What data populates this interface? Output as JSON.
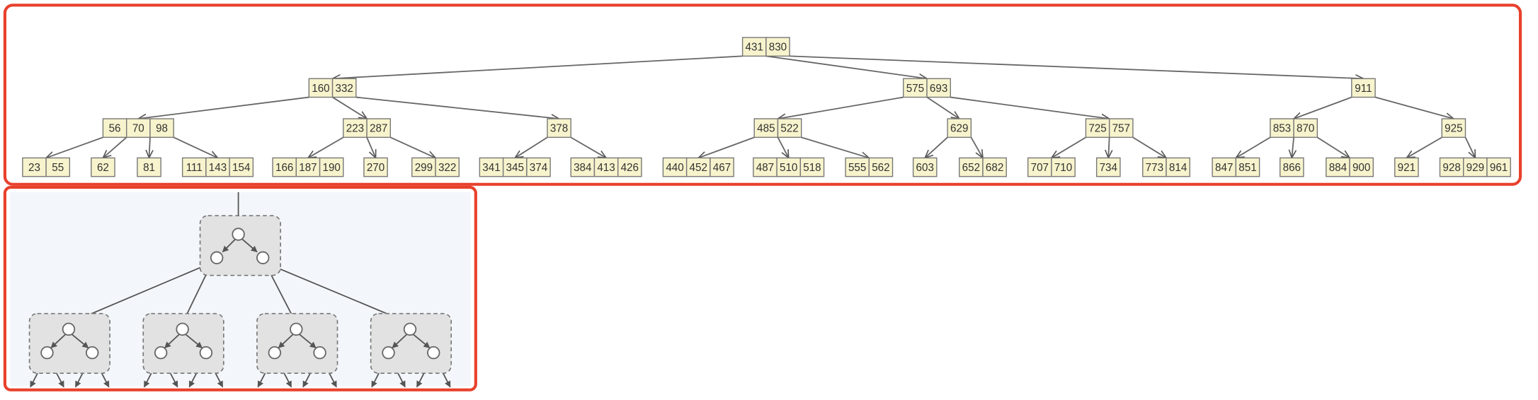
{
  "btree": {
    "root": {
      "keys": [
        "431",
        "830"
      ],
      "children": [
        {
          "keys": [
            "160",
            "332"
          ],
          "children": [
            {
              "keys": [
                "56",
                "70",
                "98"
              ],
              "children": [
                {
                  "keys": [
                    "23",
                    "55"
                  ]
                },
                {
                  "keys": [
                    "62"
                  ]
                },
                {
                  "keys": [
                    "81"
                  ]
                },
                {
                  "keys": [
                    "111",
                    "143",
                    "154"
                  ]
                }
              ]
            },
            {
              "keys": [
                "223",
                "287"
              ],
              "children": [
                {
                  "keys": [
                    "166",
                    "187",
                    "190"
                  ]
                },
                {
                  "keys": [
                    "270"
                  ]
                },
                {
                  "keys": [
                    "299",
                    "322"
                  ]
                }
              ]
            },
            {
              "keys": [
                "378"
              ],
              "children": [
                {
                  "keys": [
                    "341",
                    "345",
                    "374"
                  ]
                },
                {
                  "keys": [
                    "384",
                    "413",
                    "426"
                  ]
                }
              ]
            }
          ]
        },
        {
          "keys": [
            "575",
            "693"
          ],
          "children": [
            {
              "keys": [
                "485",
                "522"
              ],
              "children": [
                {
                  "keys": [
                    "440",
                    "452",
                    "467"
                  ]
                },
                {
                  "keys": [
                    "487",
                    "510",
                    "518"
                  ]
                },
                {
                  "keys": [
                    "555",
                    "562"
                  ]
                }
              ]
            },
            {
              "keys": [
                "629"
              ],
              "children": [
                {
                  "keys": [
                    "603"
                  ]
                },
                {
                  "keys": [
                    "652",
                    "682"
                  ]
                }
              ]
            },
            {
              "keys": [
                "725",
                "757"
              ],
              "children": [
                {
                  "keys": [
                    "707",
                    "710"
                  ]
                },
                {
                  "keys": [
                    "734"
                  ]
                },
                {
                  "keys": [
                    "773",
                    "814"
                  ]
                }
              ]
            }
          ]
        },
        {
          "keys": [
            "911"
          ],
          "children": [
            {
              "keys": [
                "853",
                "870"
              ],
              "children": [
                {
                  "keys": [
                    "847",
                    "851"
                  ]
                },
                {
                  "keys": [
                    "866"
                  ]
                },
                {
                  "keys": [
                    "884",
                    "900"
                  ]
                }
              ]
            },
            {
              "keys": [
                "925"
              ],
              "children": [
                {
                  "keys": [
                    "921"
                  ]
                },
                {
                  "keys": [
                    "928",
                    "929",
                    "961"
                  ]
                }
              ]
            }
          ]
        }
      ]
    }
  },
  "colors": {
    "highlight": "#e8412c",
    "node_fill": "#f7f3cc",
    "node_border": "#777777",
    "edge": "#666666",
    "group_fill": "#e2e2e2",
    "panel_bg": "#f3f7fc"
  }
}
